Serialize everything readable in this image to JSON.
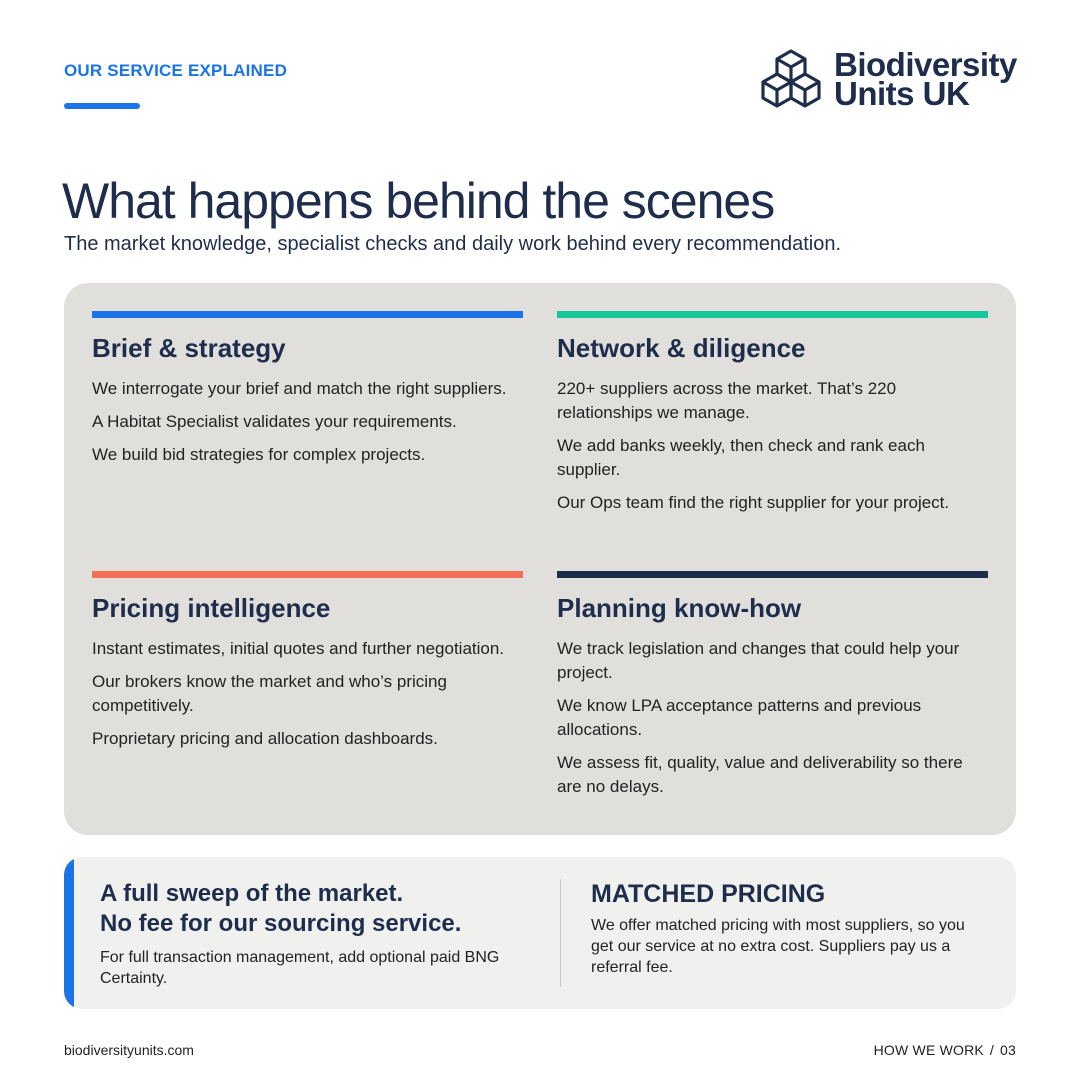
{
  "header": {
    "eyebrow": "OUR SERVICE EXPLAINED",
    "logo_icon": "stacked-cubes-icon",
    "logo_line1": "Biodiversity",
    "logo_line2": "Units UK"
  },
  "title": "What happens behind the scenes",
  "subtitle": "The market knowledge, specialist checks and daily work behind every recommendation.",
  "cards": [
    {
      "heading": "Brief & strategy",
      "color": "#1a73e8",
      "points": [
        "We interrogate your brief and match the right suppliers.",
        "A Habitat Specialist validates your requirements.",
        "We build bid strategies for complex projects."
      ]
    },
    {
      "heading": "Network & diligence",
      "color": "#16c79a",
      "points": [
        "220+ suppliers across the market. That’s 220 relationships we manage.",
        "We add banks weekly, then check and rank each supplier.",
        "Our Ops team find the right supplier for your project."
      ]
    },
    {
      "heading": "Pricing intelligence",
      "color": "#f36f56",
      "points": [
        "Instant estimates, initial quotes and further negotiation.",
        "Our brokers know the market and who’s pricing competitively.",
        "Proprietary pricing and allocation dashboards."
      ]
    },
    {
      "heading": "Planning know-how",
      "color": "#1f2d4d",
      "points": [
        "We track legislation and changes that could help your project.",
        "We know LPA acceptance patterns and previous allocations.",
        "We assess fit, quality, value and deliverability so there are no delays."
      ]
    }
  ],
  "bottom": {
    "left_heading_line1": "A full sweep of the market.",
    "left_heading_line2": "No fee for our sourcing service.",
    "left_body": "For full transaction management, add optional paid BNG Certainty.",
    "right_heading": "MATCHED PRICING",
    "right_body": "We offer matched pricing with most suppliers, so you get our service at no extra cost. Suppliers pay us a referral fee."
  },
  "footer": {
    "website": "biodiversityunits.com",
    "section": "HOW WE WORK",
    "separator": "/",
    "page": "03"
  },
  "colors": {
    "brand_navy": "#1f2d4d",
    "accent_blue": "#1a73e8",
    "panel_bg": "#e0dfdb",
    "bottom_bg": "#f0f0ef"
  }
}
